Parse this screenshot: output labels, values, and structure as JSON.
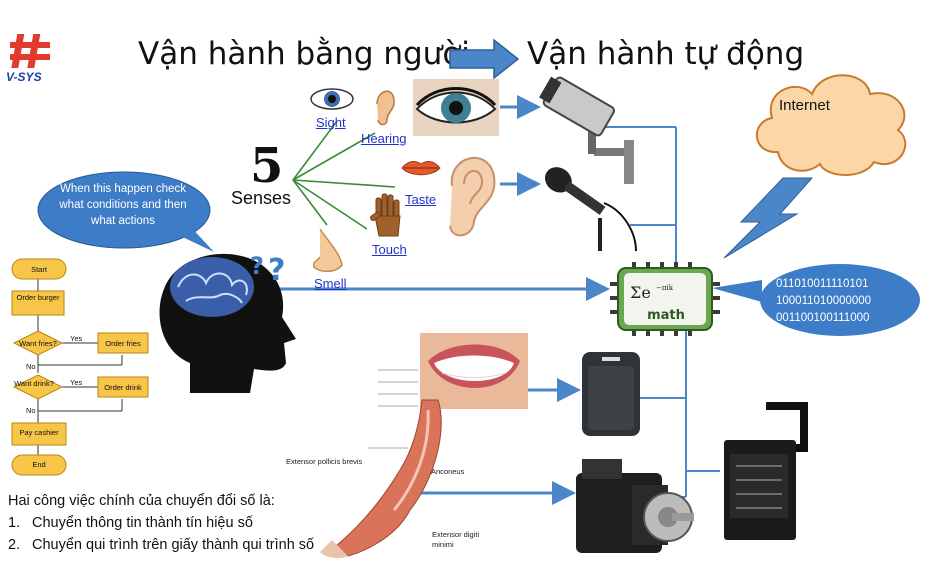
{
  "title": {
    "left": "Vận hành bằng người",
    "right": "Vận hành tự động"
  },
  "logo": {
    "text": "V-SYS"
  },
  "senses_diagram": {
    "number": "5",
    "label": "Senses",
    "items": [
      {
        "label": "Sight",
        "icon": "eye-icon"
      },
      {
        "label": "Hearing",
        "icon": "ear-icon"
      },
      {
        "label": "Taste",
        "icon": "lips-icon"
      },
      {
        "label": "Touch",
        "icon": "hand-icon"
      },
      {
        "label": "Smell",
        "icon": "nose-icon"
      }
    ]
  },
  "thought_bubble": {
    "text": "When this happen check what conditions and then what actions"
  },
  "cloud": {
    "label": "Internet"
  },
  "data_bubble": {
    "lines": [
      "011010011110101",
      "100011010000000",
      "001100100111000"
    ]
  },
  "chip": {
    "label": "math"
  },
  "flowchart": {
    "start": "Start",
    "order_burger": "Order burger",
    "want_fries": "Want fries?",
    "order_fries": "Order fries",
    "want_drink": "Want drink?",
    "order_drink": "Order drink",
    "pay_cashier": "Pay cashier",
    "end": "End",
    "yes": "Yes",
    "no": "No"
  },
  "anatomy_labels": {
    "extensor_pollicis": "Extensor pollicis brevis",
    "anconeus": "Anconeus",
    "extensor_digiti": "Extensor digiti minimi"
  },
  "summary": {
    "intro": "Hai công việc chính của chuyển đổi số là:",
    "items": [
      {
        "num": "1.",
        "text": "Chuyển thông tin thành tín hiệu số"
      },
      {
        "num": "2.",
        "text": "Chuyển qui trình trên giấy thành qui trình số"
      }
    ]
  },
  "colors": {
    "arrow_blue": "#4a86c8",
    "bubble_blue": "#3d7cc6",
    "cloud_orange": "#fbd7a8",
    "flow_orange": "#f7c548",
    "chip_green": "#6aa84f",
    "sense_green": "#3a8a3a"
  }
}
